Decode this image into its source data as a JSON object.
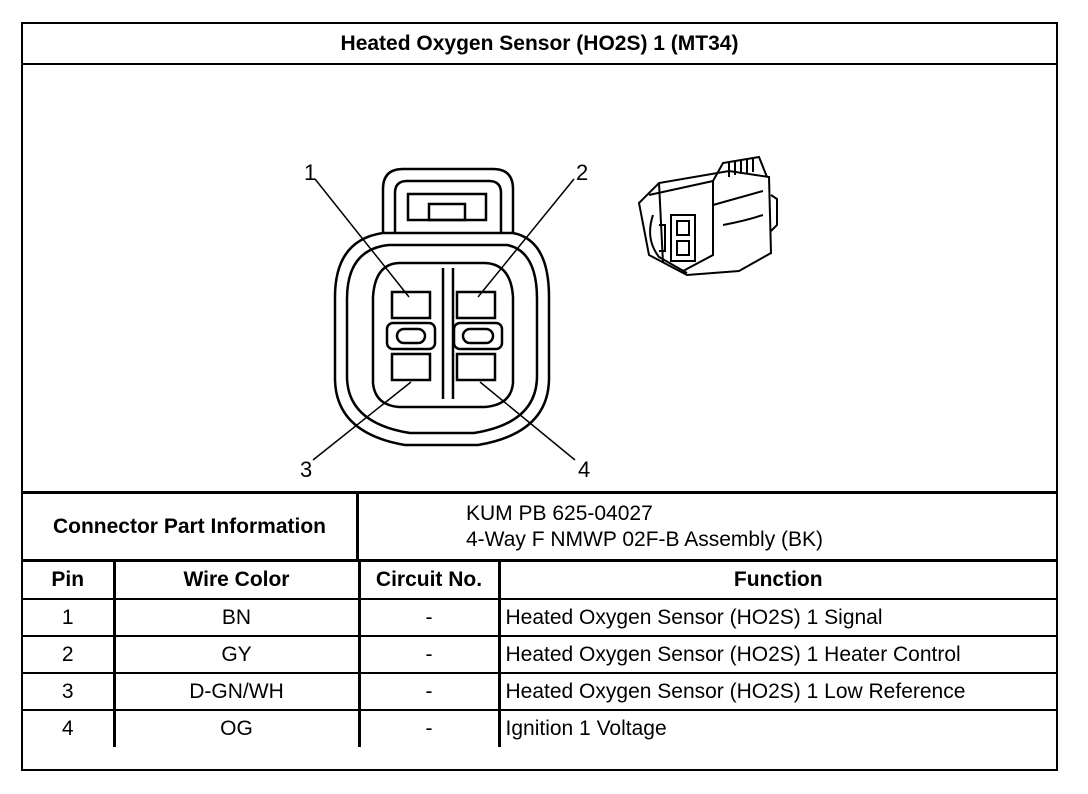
{
  "title": "Heated Oxygen Sensor (HO2S) 1 (MT34)",
  "diagram": {
    "pin_callouts": [
      "1",
      "2",
      "3",
      "4"
    ]
  },
  "connector": {
    "label": "Connector Part Information",
    "part_number": "KUM PB 625-04027",
    "description": "4-Way F NMWP 02F-B Assembly (BK)"
  },
  "table": {
    "headers": [
      "Pin",
      "Wire Color",
      "Circuit No.",
      "Function"
    ],
    "rows": [
      {
        "pin": "1",
        "wire_color": "BN",
        "circuit": "-",
        "function": "Heated Oxygen Sensor (HO2S) 1 Signal"
      },
      {
        "pin": "2",
        "wire_color": "GY",
        "circuit": "-",
        "function": "Heated Oxygen Sensor (HO2S) 1 Heater Control"
      },
      {
        "pin": "3",
        "wire_color": "D-GN/WH",
        "circuit": "-",
        "function": "Heated Oxygen Sensor (HO2S) 1 Low Reference"
      },
      {
        "pin": "4",
        "wire_color": "OG",
        "circuit": "-",
        "function": "Ignition 1 Voltage"
      }
    ]
  }
}
